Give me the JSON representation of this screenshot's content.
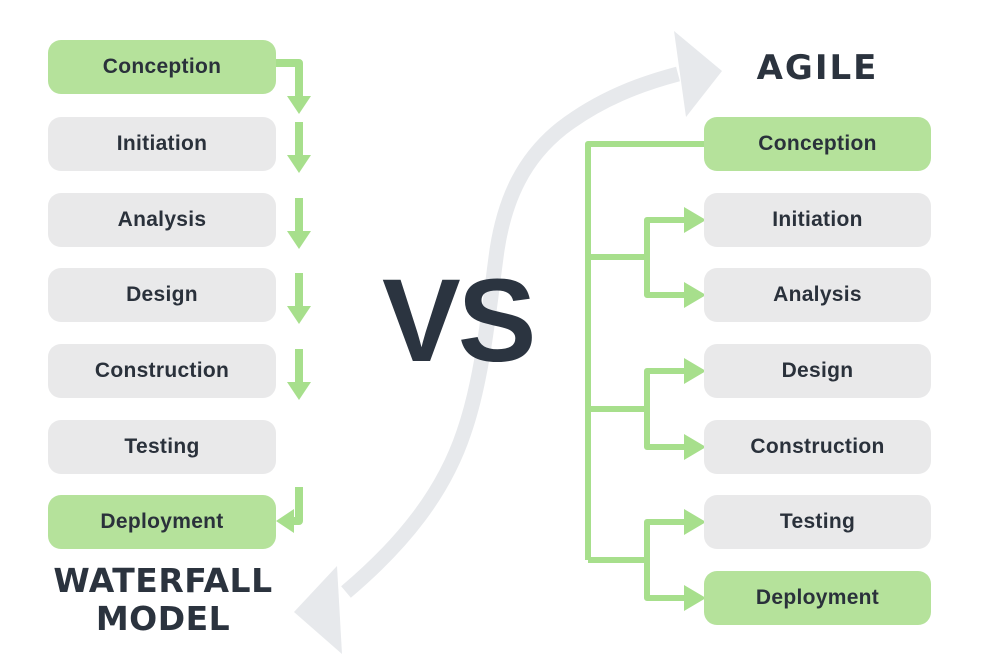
{
  "waterfall": {
    "title_line1": "WATERFALL",
    "title_line2": "MODEL",
    "stages": [
      {
        "label": "Conception",
        "highlight": true
      },
      {
        "label": "Initiation",
        "highlight": false
      },
      {
        "label": "Analysis",
        "highlight": false
      },
      {
        "label": "Design",
        "highlight": false
      },
      {
        "label": "Construction",
        "highlight": false
      },
      {
        "label": "Testing",
        "highlight": false
      },
      {
        "label": "Deployment",
        "highlight": true
      }
    ]
  },
  "agile": {
    "title": "AGILE",
    "stages": [
      {
        "label": "Conception",
        "highlight": true
      },
      {
        "label": "Initiation",
        "highlight": false
      },
      {
        "label": "Analysis",
        "highlight": false
      },
      {
        "label": "Design",
        "highlight": false
      },
      {
        "label": "Construction",
        "highlight": false
      },
      {
        "label": "Testing",
        "highlight": false
      },
      {
        "label": "Deployment",
        "highlight": true
      }
    ]
  },
  "comparison": {
    "vs_label": "VS"
  },
  "colors": {
    "stage_highlight_green": "#b5e29b",
    "stage_neutral_gray": "#e9e9ea",
    "connector_green": "#a7df8c",
    "comparison_arrow_gray": "#e7e9ec",
    "heading_dark": "#2b333e"
  }
}
